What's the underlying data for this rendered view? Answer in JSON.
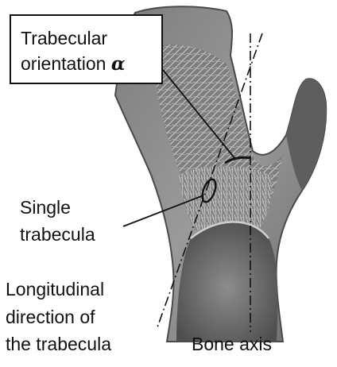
{
  "labels": {
    "trabecular_orientation_line1": "Trabecular",
    "trabecular_orientation_line2": "orientation",
    "alpha_symbol": "α",
    "single_trabecula_line1": "Single",
    "single_trabecula_line2": "trabecula",
    "longitudinal_line1": "Longitudinal",
    "longitudinal_line2": "direction of",
    "longitudinal_line3": "the trabecula",
    "bone_axis": "Bone axis"
  },
  "colors": {
    "bone_dark": "#5b5b5b",
    "bone_mid": "#8a8a8a",
    "bone_light": "#b8b8b8",
    "cavity": "#6e6e6e",
    "trabecular_mesh": "#d6d6d6",
    "line": "#111111"
  }
}
